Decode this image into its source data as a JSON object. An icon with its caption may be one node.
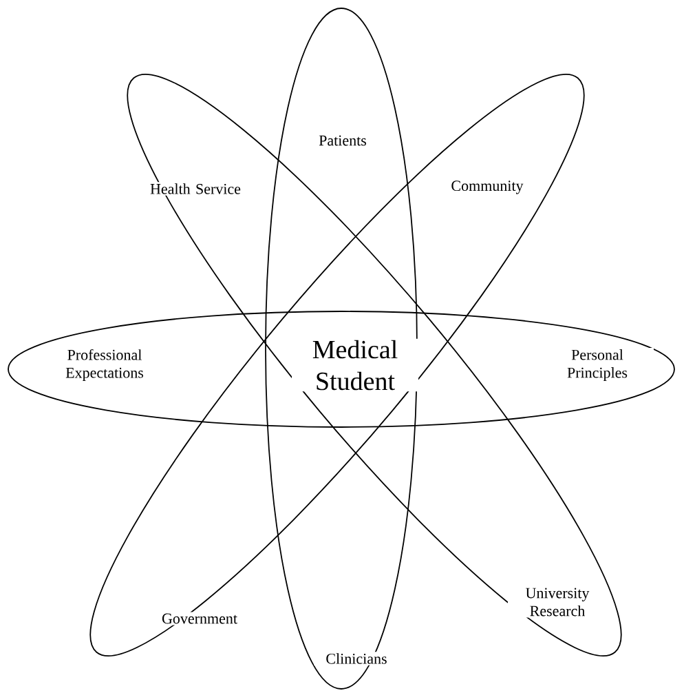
{
  "diagram": {
    "nodes": [
      {
        "text": [
          "Patients",
          "Clinicians"
        ]
      },
      {
        "text": [
          "Health Service",
          "University Research"
        ]
      },
      {
        "text": [
          "Community",
          "Government"
        ]
      },
      {
        "text": [
          "Professional Expectations",
          "Personal Principles"
        ]
      }
    ],
    "labels": [
      "Medical Student"
    ]
  }
}
